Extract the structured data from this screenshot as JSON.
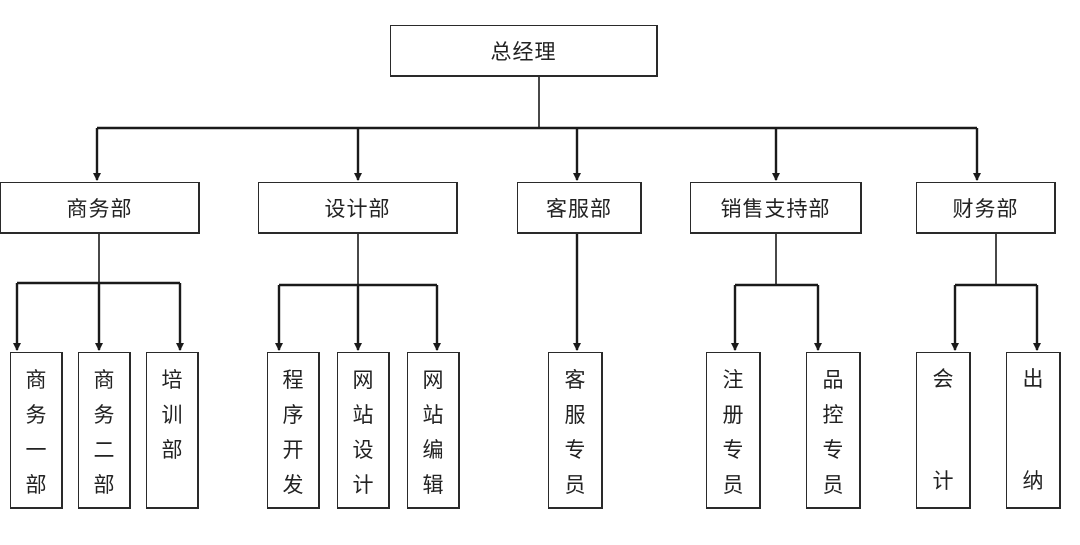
{
  "root": {
    "label": "总经理"
  },
  "departments": [
    {
      "label": "商务部",
      "children": [
        "商务一部",
        "商务二部",
        "培训部"
      ]
    },
    {
      "label": "设计部",
      "children": [
        "程序开发",
        "网站设计",
        "网站编辑"
      ]
    },
    {
      "label": "客服部",
      "children": [
        "客服专员"
      ]
    },
    {
      "label": "销售支持部",
      "children": [
        "注册专员",
        "品控专员"
      ]
    },
    {
      "label": "财务部",
      "children": [
        "会计",
        "出纳"
      ]
    }
  ]
}
